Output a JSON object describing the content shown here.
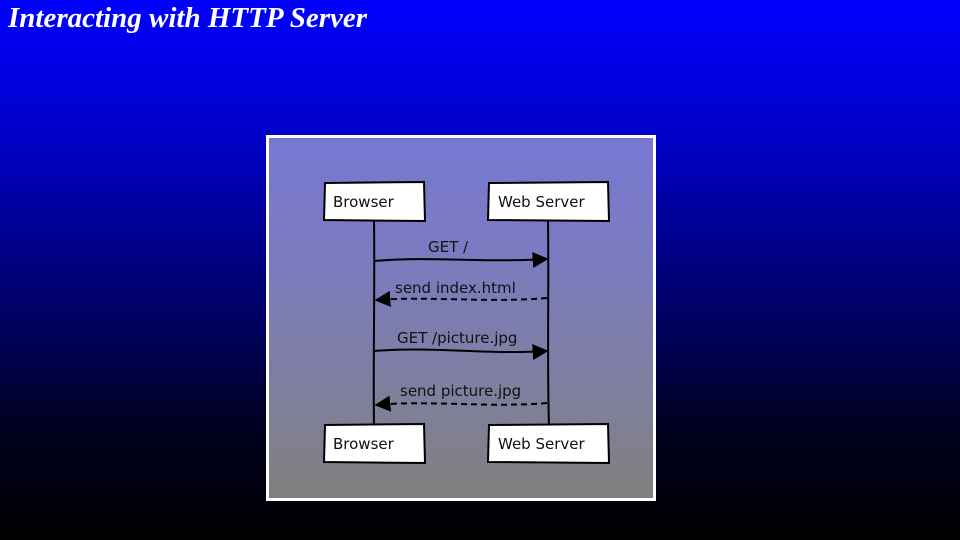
{
  "slide": {
    "title": "Interacting with HTTP Server"
  },
  "diagram": {
    "participants": [
      {
        "id": "browser",
        "label": "Browser"
      },
      {
        "id": "web_server",
        "label": "Web Server"
      }
    ],
    "messages": [
      {
        "label": "GET /",
        "from": "browser",
        "to": "web_server",
        "style": "solid"
      },
      {
        "label": "send index.html",
        "from": "web_server",
        "to": "browser",
        "style": "dashed"
      },
      {
        "label": "GET /picture.jpg",
        "from": "browser",
        "to": "web_server",
        "style": "solid"
      },
      {
        "label": "send picture.jpg",
        "from": "web_server",
        "to": "browser",
        "style": "dashed"
      }
    ],
    "colors": {
      "box_fill": "#ffffff",
      "stroke": "#000000"
    }
  }
}
